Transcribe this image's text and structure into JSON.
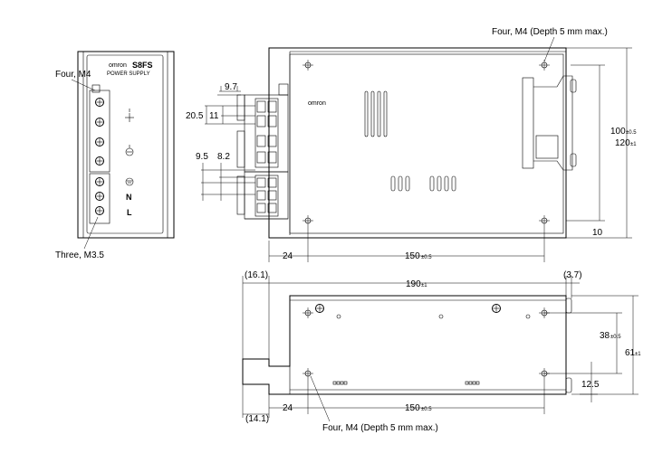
{
  "front_view": {
    "brand": "omron",
    "model": "S8FS",
    "product": "POWER SUPPLY",
    "label_screws_top": "Four, M4",
    "label_screws_bottom": "Three, M3.5",
    "terminal_n": "N",
    "terminal_l": "L"
  },
  "side_view": {
    "brand": "omron",
    "label_mount_top": "Four, M4 (Depth 5 mm max.)",
    "dim_9_7": "9.7",
    "dim_20_5": "20.5",
    "dim_11": "11",
    "dim_9_5": "9.5",
    "dim_8_2": "8.2",
    "dim_100": "100",
    "dim_100_tol": "±0.5",
    "dim_120": "120",
    "dim_120_tol": "±1",
    "dim_10": "10",
    "dim_24": "24",
    "dim_150": "150",
    "dim_150_tol": "±0.5"
  },
  "bottom_view": {
    "dim_16_1": "(16.1)",
    "dim_190": "190",
    "dim_190_tol": "±1",
    "dim_3_7": "(3.7)",
    "dim_38": "38",
    "dim_38_tol": "±0.5",
    "dim_61": "61",
    "dim_61_tol": "±1",
    "dim_12_5": "12.5",
    "dim_24": "24",
    "dim_150": "150",
    "dim_150_tol": "±0.5",
    "dim_14_1": "(14.1)",
    "label_mount_bottom": "Four, M4 (Depth 5 mm max.)"
  }
}
